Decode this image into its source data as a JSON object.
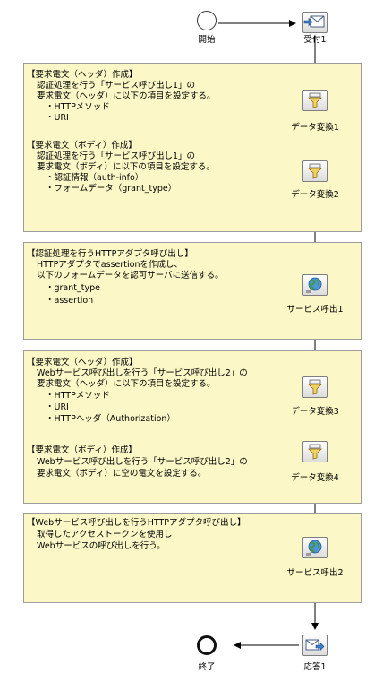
{
  "nodes": {
    "start": "開始",
    "receive": "受付1",
    "convert1": "データ変換1",
    "convert2": "データ変換2",
    "service1": "サービス呼出1",
    "convert3": "データ変換3",
    "convert4": "データ変換4",
    "service2": "サービス呼出2",
    "respond": "応答1",
    "end": "終了"
  },
  "notes": {
    "header1": {
      "title": "【要求電文（ヘッダ）作成】",
      "lines": [
        "認証処理を行う「サービス呼び出し1」の",
        "要求電文（ヘッダ）に以下の項目を設定する。"
      ],
      "items": [
        "・HTTPメソッド",
        "・URI"
      ]
    },
    "body1": {
      "title": "【要求電文（ボディ）作成】",
      "lines": [
        "認証処理を行う「サービス呼び出し1」の",
        "要求電文（ボディ）に以下の項目を設定する。"
      ],
      "items": [
        "・認証情報（auth-info）",
        "・フォームデータ（grant_type）"
      ]
    },
    "adapter1": {
      "title": "【認証処理を行うHTTPアダプタ呼び出し】",
      "lines": [
        "HTTPアダプタでassertionを作成し、",
        "以下のフォームデータを認可サーバに送信する。"
      ],
      "items": [
        "・grant_type",
        "・assertion"
      ]
    },
    "header2": {
      "title": "【要求電文（ヘッダ）作成】",
      "lines": [
        "Webサービス呼び出しを行う「サービス呼び出し2」の",
        "要求電文（ヘッダ）に以下の項目を設定する。"
      ],
      "items": [
        "・HTTPメソッド",
        "・URI",
        "・HTTPヘッダ（Authorization）"
      ]
    },
    "body2": {
      "title": "【要求電文（ボディ）作成】",
      "lines": [
        "Webサービス呼び出しを行う「サービス呼び出し2」の",
        "要求電文（ボディ）に空の電文を設定する。"
      ]
    },
    "adapter2": {
      "title": "【Webサービス呼び出しを行うHTTPアダプタ呼び出し】",
      "lines": [
        "取得したアクセストークンを使用し",
        "Webサービスの呼び出しを行う。"
      ]
    }
  }
}
